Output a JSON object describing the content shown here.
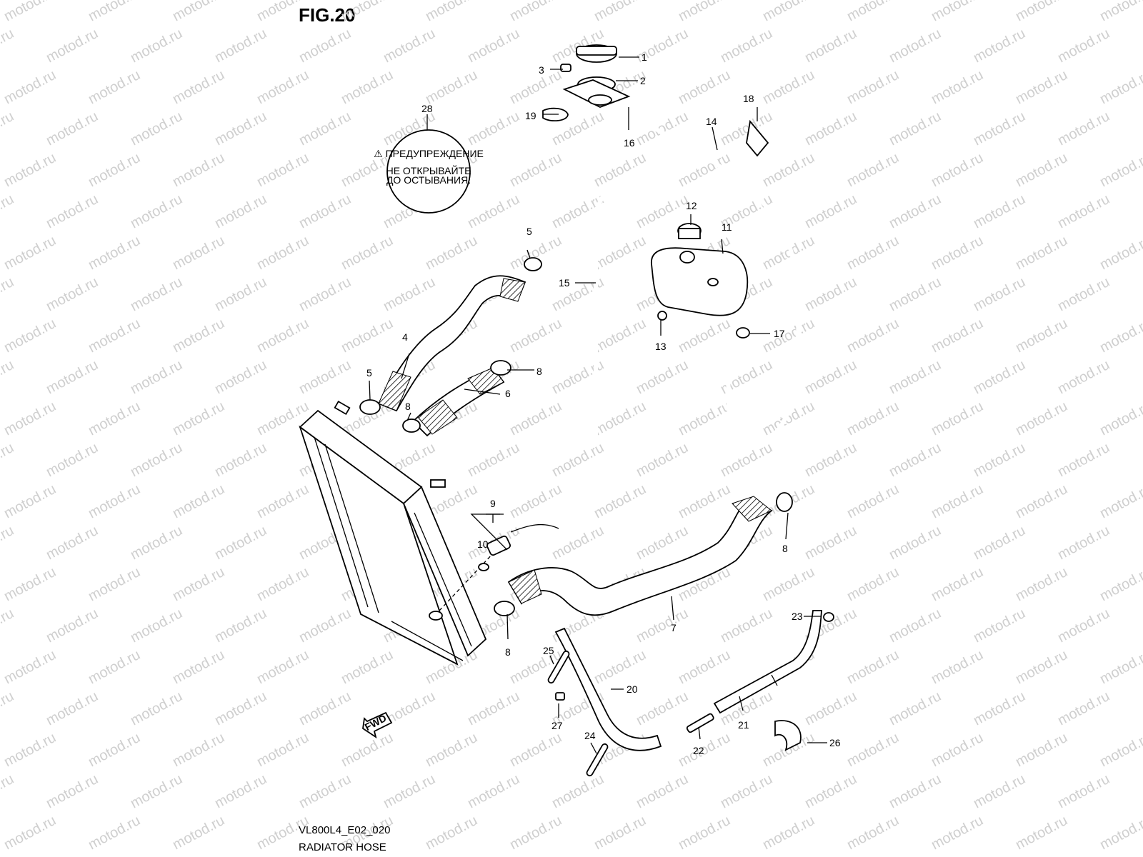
{
  "figure": {
    "title": "FIG.20",
    "code": "VL800L4_E02_020",
    "caption": "RADIATOR HOSE"
  },
  "watermark": "motod.ru",
  "label28": {
    "warning": "⚠ ПРЕДУПРЕЖДЕНИЕ",
    "line1": "НЕ ОТКРЫВАЙТЕ",
    "line2": "ДО ОСТЫВАНИЯ."
  },
  "fwd_label": "FWD",
  "callouts": [
    "1",
    "2",
    "3",
    "4",
    "5",
    "5",
    "6",
    "7",
    "8",
    "8",
    "8",
    "8",
    "9",
    "10",
    "11",
    "12",
    "13",
    "14",
    "15",
    "16",
    "17",
    "18",
    "19",
    "20",
    "21",
    "22",
    "23",
    "24",
    "25",
    "26",
    "27",
    "28"
  ]
}
